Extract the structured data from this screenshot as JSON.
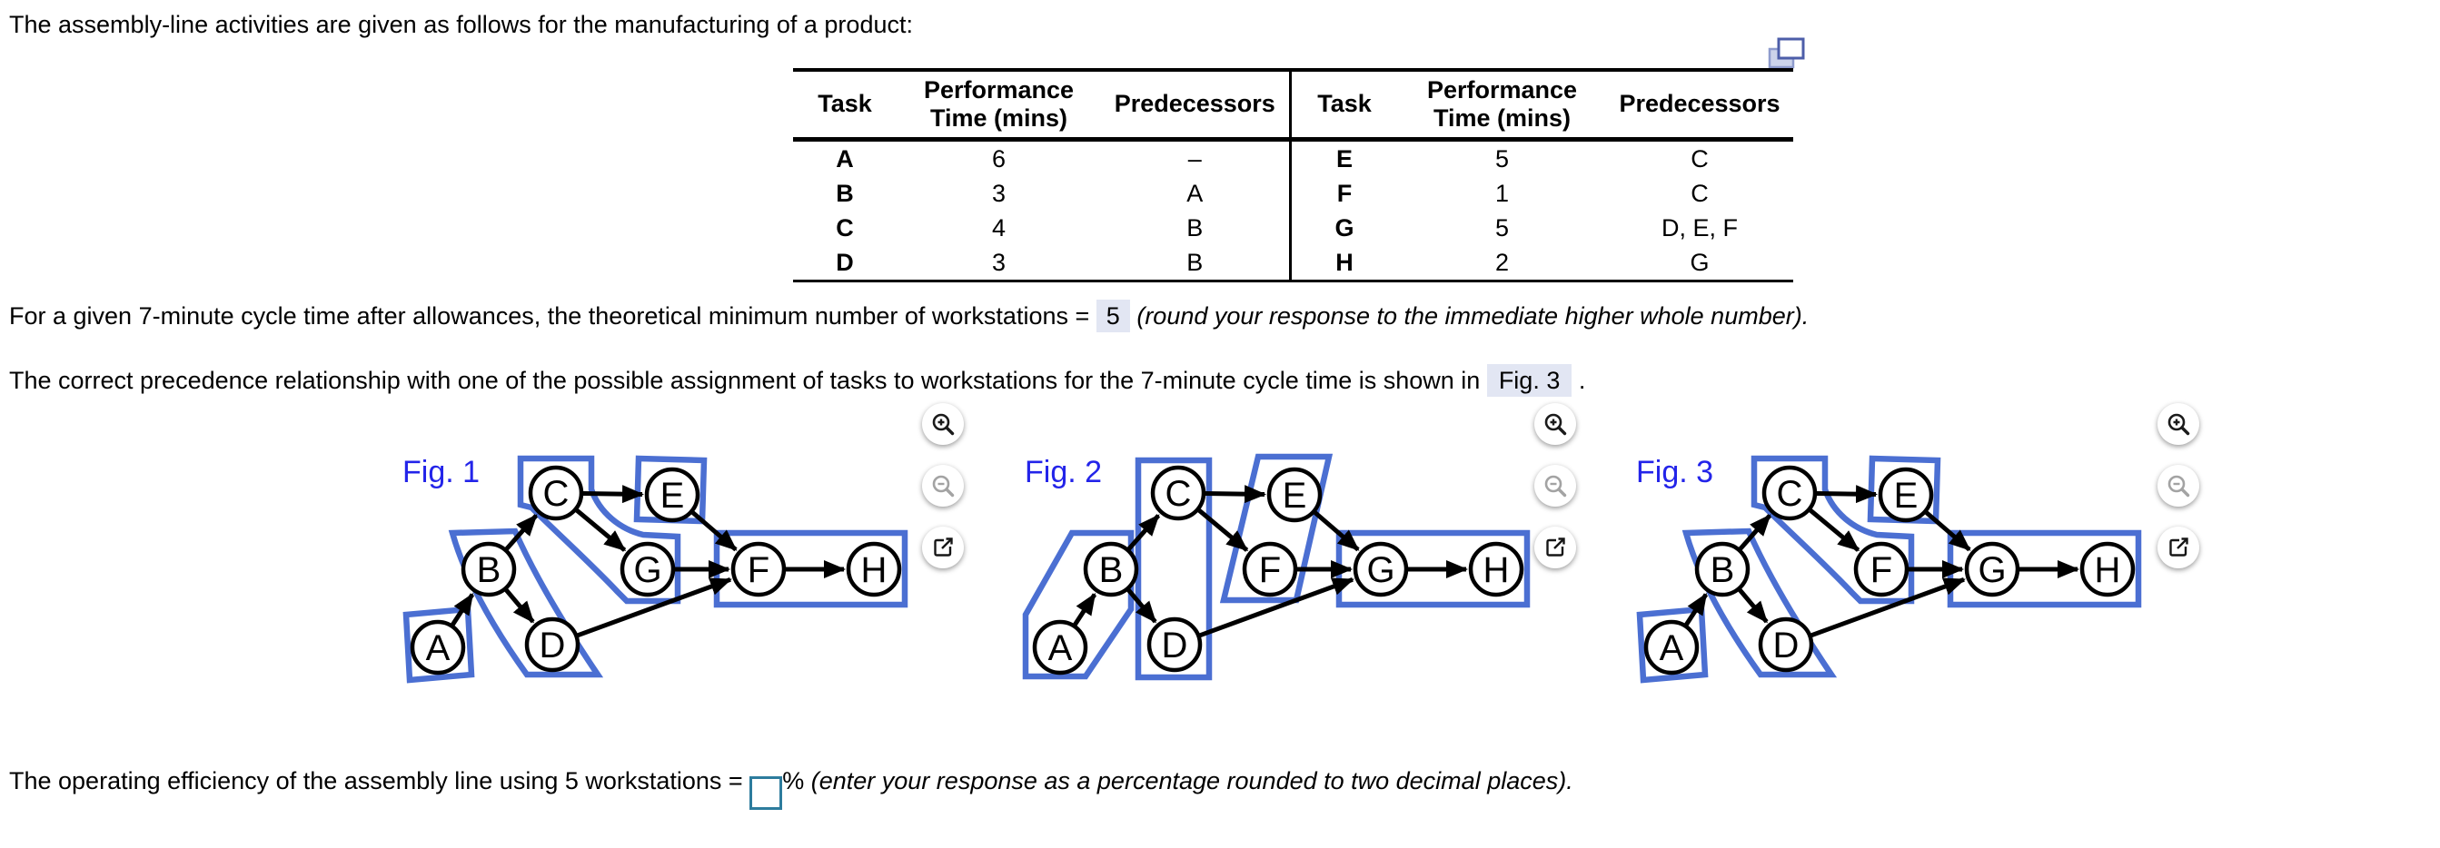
{
  "intro": "The assembly-line activities are given as follows for the manufacturing of a product:",
  "table": {
    "headers": [
      "Task",
      "Performance Time (mins)",
      "Predecessors"
    ],
    "left_rows": [
      [
        "A",
        "6",
        "–"
      ],
      [
        "B",
        "3",
        "A"
      ],
      [
        "C",
        "4",
        "B"
      ],
      [
        "D",
        "3",
        "B"
      ]
    ],
    "right_rows": [
      [
        "E",
        "5",
        "C"
      ],
      [
        "F",
        "1",
        "C"
      ],
      [
        "G",
        "5",
        "D, E, F"
      ],
      [
        "H",
        "2",
        "G"
      ]
    ]
  },
  "q_min_stations": {
    "prefix": "For a given 7-minute cycle time after allowances, the theoretical minimum number of workstations =",
    "answer": "5",
    "suffix": "(round your response to the immediate higher whole number)."
  },
  "q_figure": {
    "prefix": "The correct precedence relationship with one of the possible assignment of tasks to workstations for the 7-minute cycle time is shown in",
    "answer": "Fig. 3",
    "suffix": "."
  },
  "q_efficiency": {
    "prefix": "The operating efficiency of the assembly line using 5 workstations =",
    "input_value": "",
    "unit": "%",
    "suffix": "(enter your response as a percentage rounded to two decimal places)."
  },
  "figures": [
    {
      "label": "Fig. 1",
      "node_letters": [
        "A",
        "B",
        "C",
        "D",
        "E",
        "G",
        "F",
        "H"
      ],
      "station_style": "curved",
      "edges": [
        [
          "A",
          "B"
        ],
        [
          "B",
          "C"
        ],
        [
          "B",
          "D"
        ],
        [
          "C",
          "E"
        ],
        [
          "C",
          "G"
        ],
        [
          "E",
          "F"
        ],
        [
          "G",
          "F"
        ],
        [
          "D",
          "F"
        ],
        [
          "F",
          "H"
        ]
      ],
      "stations": [
        [
          "A"
        ],
        [
          "B",
          "D"
        ],
        [
          "C",
          "G"
        ],
        [
          "E"
        ],
        [
          "F",
          "H"
        ]
      ]
    },
    {
      "label": "Fig. 2",
      "node_letters": [
        "A",
        "B",
        "C",
        "D",
        "E",
        "F",
        "G",
        "H"
      ],
      "station_style": "straight",
      "edges": [
        [
          "A",
          "B"
        ],
        [
          "B",
          "C"
        ],
        [
          "B",
          "D"
        ],
        [
          "C",
          "E"
        ],
        [
          "C",
          "F"
        ],
        [
          "E",
          "G"
        ],
        [
          "F",
          "G"
        ],
        [
          "D",
          "G"
        ],
        [
          "G",
          "H"
        ]
      ],
      "stations": [
        [
          "A",
          "B"
        ],
        [
          "C",
          "D"
        ],
        [
          "E",
          "F"
        ],
        [
          "G",
          "H"
        ]
      ]
    },
    {
      "label": "Fig. 3",
      "node_letters": [
        "A",
        "B",
        "C",
        "D",
        "E",
        "F",
        "G",
        "H"
      ],
      "station_style": "curved",
      "edges": [
        [
          "A",
          "B"
        ],
        [
          "B",
          "C"
        ],
        [
          "B",
          "D"
        ],
        [
          "C",
          "E"
        ],
        [
          "C",
          "F"
        ],
        [
          "E",
          "G"
        ],
        [
          "F",
          "G"
        ],
        [
          "D",
          "G"
        ],
        [
          "G",
          "H"
        ]
      ],
      "stations": [
        [
          "A"
        ],
        [
          "B",
          "D"
        ],
        [
          "C",
          "F"
        ],
        [
          "E"
        ],
        [
          "G",
          "H"
        ]
      ]
    }
  ],
  "figure_tools": {
    "zoom_in_icon": "magnifier-plus",
    "zoom_out_icon": "magnifier-minus",
    "open_icon": "external-link"
  },
  "copy_icon_name": "copy-pages",
  "colors": {
    "figure_label": "#2324e9",
    "station_box": "#4b6fd2",
    "highlight_bg": "#e2e6f3",
    "input_border": "#2d7c9d",
    "copy_icon_dark": "#4d5ea9",
    "copy_icon_light": "#ccd3ea",
    "disabled_icon": "#a3a3a3"
  }
}
